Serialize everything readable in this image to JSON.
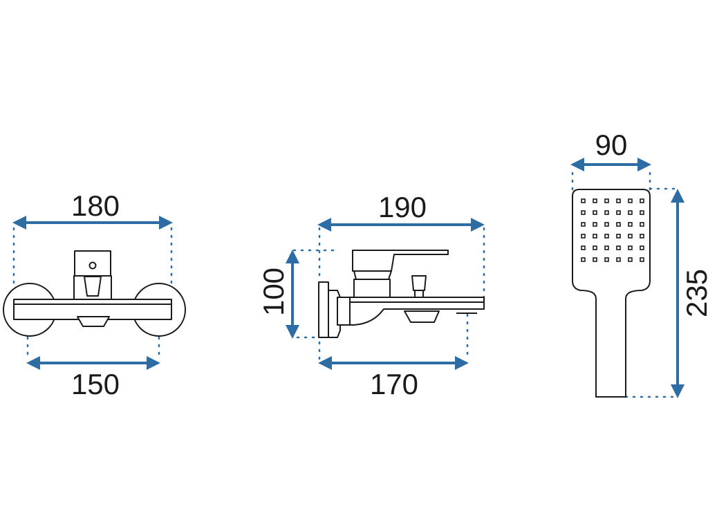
{
  "colors": {
    "dimension_blue": "#2e6da4",
    "outline": "#1a1a1a",
    "background": "#ffffff"
  },
  "front_view": {
    "top_dimension": "180",
    "bottom_dimension": "150"
  },
  "side_view": {
    "top_dimension": "190",
    "bottom_dimension": "170",
    "height_dimension": "100"
  },
  "hand_shower": {
    "width_dimension": "90",
    "height_dimension": "235"
  }
}
